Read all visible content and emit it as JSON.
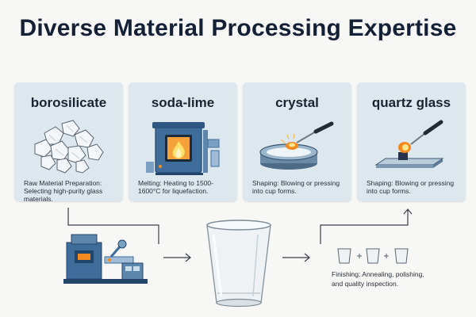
{
  "title": "Diverse Material Processing Expertise",
  "cards": [
    {
      "title": "borosilicate",
      "caption": "Raw Material Preparation: Selecting high-purity glass materials."
    },
    {
      "title": "soda-lime",
      "caption": "Melting: Heating to 1500-1600°C for liquefaction."
    },
    {
      "title": "crystal",
      "caption": "Shaping: Blowing or pressing into cup forms."
    },
    {
      "title": "quartz glass",
      "caption": "Shaping: Blowing or pressing into cup forms."
    }
  ],
  "finishing": {
    "caption": "Finishing: Annealing, polishing, and quality inspection."
  },
  "icons": [
    "glass-cullet-icon",
    "furnace-icon",
    "crystal-shaping-icon",
    "torch-icon",
    "machine-icon",
    "glass-cup-icon",
    "cups-icon"
  ],
  "colors": {
    "card_bg": "#dde8ee",
    "title": "#142036",
    "flame": "#f28a1f",
    "machine": "#3e6d9c"
  }
}
